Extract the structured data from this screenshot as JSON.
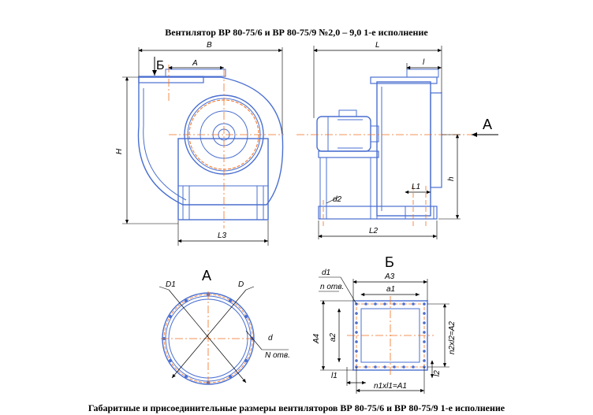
{
  "title_top": "Вентилятор ВР 80-75/6 и ВР 80-75/9 №2,0 – 9,0  1-е исполнение",
  "title_bottom": "Габаритные и присоединительные размеры вентиляторов ВР 80-75/6 и ВР 80-75/9 1-е исполнение",
  "colors": {
    "body": "#4a6fd0",
    "axis": "#f07020",
    "dim": "#000000"
  },
  "front_view": {
    "B": "B",
    "A": "A",
    "H": "H",
    "L3": "L3",
    "section_mark": "Б"
  },
  "side_view": {
    "L": "L",
    "l": "l",
    "h": "h",
    "L1": "L1",
    "L2": "L2",
    "d2": "d2",
    "arrow_label": "А"
  },
  "view_A": {
    "title": "А",
    "D1": "D1",
    "D": "D",
    "d": "d",
    "holes": "N отв."
  },
  "view_B": {
    "title": "Б",
    "d1": "d1",
    "holes": "n отв.",
    "A3": "А3",
    "a1": "a1",
    "A4": "А4",
    "a2": "a2",
    "n2xl2": "n2xl2=А2",
    "l1": "l1",
    "l2": "l2",
    "n1xl1": "n1xl1=А1"
  }
}
